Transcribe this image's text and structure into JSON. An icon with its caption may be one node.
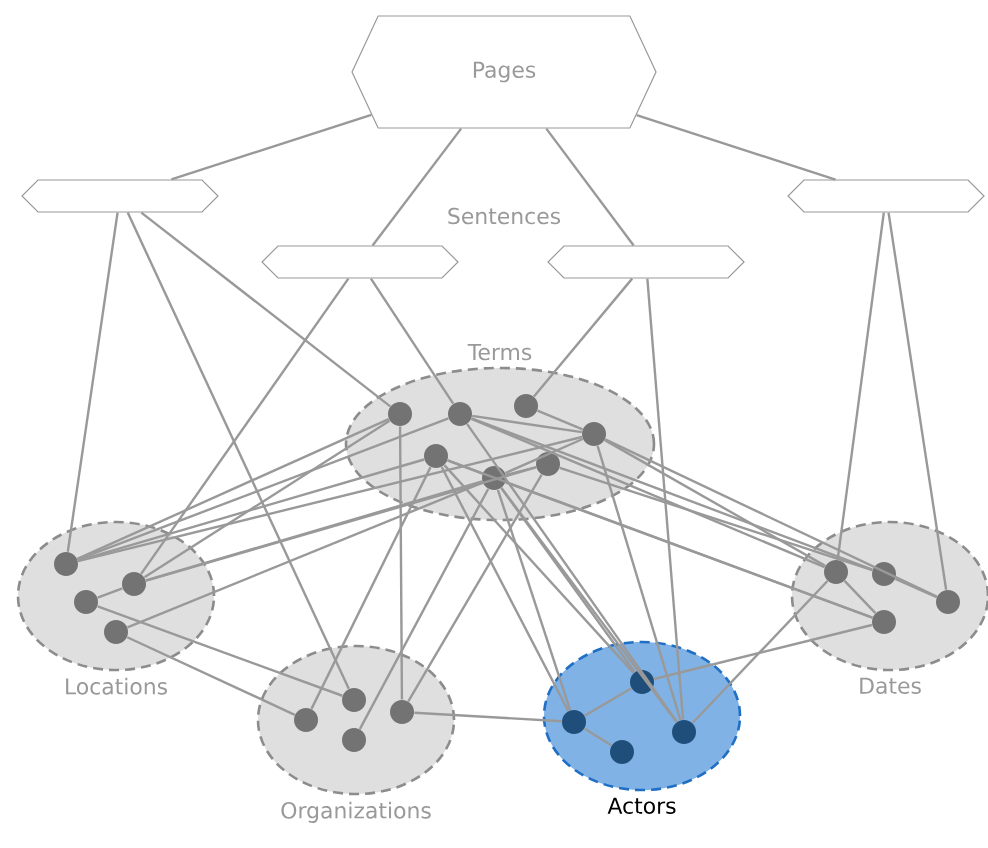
{
  "diagram": {
    "nodes": [
      {
        "text": [
          "Pages"
        ]
      },
      {
        "text": [],
        "shape": "hexagon"
      },
      {
        "text": [],
        "shape": "hexagon"
      },
      {
        "text": [],
        "shape": "hexagon"
      },
      {
        "text": [],
        "shape": "hexagon"
      },
      {
        "text": [
          "Terms"
        ]
      },
      {
        "text": [],
        "shape": "circle",
        "in": 5
      },
      {
        "text": [],
        "shape": "circle",
        "in": 5
      },
      {
        "text": [],
        "shape": "circle",
        "in": 5
      },
      {
        "text": [],
        "shape": "circle",
        "in": 5
      },
      {
        "text": [],
        "shape": "circle",
        "in": 5
      },
      {
        "text": [],
        "shape": "circle",
        "in": 5
      },
      {
        "text": [],
        "shape": "circle",
        "in": 5
      },
      {
        "text": [
          "Locations"
        ]
      },
      {
        "text": [],
        "shape": "circle",
        "in": 13
      },
      {
        "text": [],
        "shape": "circle",
        "in": 13
      },
      {
        "text": [],
        "shape": "circle",
        "in": 13
      },
      {
        "text": [],
        "shape": "circle",
        "in": 13
      },
      {
        "text": [
          "Organizations"
        ]
      },
      {
        "text": [],
        "shape": "circle",
        "in": 18
      },
      {
        "text": [],
        "shape": "circle",
        "in": 18
      },
      {
        "text": [],
        "shape": "circle",
        "in": 18
      },
      {
        "text": [],
        "shape": "circle",
        "in": 18
      },
      {
        "text": [
          "Actors"
        ]
      },
      {
        "text": [],
        "shape": "circle",
        "in": 23
      },
      {
        "text": [],
        "shape": "circle",
        "in": 23
      },
      {
        "text": [],
        "shape": "circle",
        "in": 23
      },
      {
        "text": [],
        "shape": "circle",
        "in": 23
      },
      {
        "text": [
          "Dates"
        ]
      },
      {
        "text": [],
        "shape": "circle",
        "in": 28
      },
      {
        "text": [],
        "shape": "circle",
        "in": 28
      },
      {
        "text": [],
        "shape": "circle",
        "in": 28
      },
      {
        "text": [],
        "shape": "circle",
        "in": 28
      }
    ],
    "edges": [
      {
        "from": 0,
        "to": 1,
        "arrow": "none"
      },
      {
        "from": 0,
        "to": 2,
        "arrow": "none"
      },
      {
        "from": 0,
        "to": 3,
        "arrow": "none"
      },
      {
        "from": 0,
        "to": 4,
        "arrow": "none"
      },
      {
        "from": 1,
        "to": 14,
        "arrow": "none"
      },
      {
        "from": 1,
        "to": 20,
        "arrow": "none"
      },
      {
        "from": 1,
        "to": 6,
        "arrow": "none"
      },
      {
        "from": 2,
        "to": 15,
        "arrow": "none"
      },
      {
        "from": 2,
        "to": 7,
        "arrow": "none"
      },
      {
        "from": 3,
        "to": 8,
        "arrow": "none"
      },
      {
        "from": 3,
        "to": 26,
        "arrow": "none"
      },
      {
        "from": 4,
        "to": 29,
        "arrow": "none"
      },
      {
        "from": 4,
        "to": 31,
        "arrow": "none"
      },
      {
        "from": 14,
        "to": 6,
        "arrow": "none"
      },
      {
        "from": 14,
        "to": 7,
        "arrow": "none"
      },
      {
        "from": 14,
        "to": 10,
        "arrow": "none"
      },
      {
        "from": 14,
        "to": 9,
        "arrow": "none"
      },
      {
        "from": 15,
        "to": 6,
        "arrow": "none"
      },
      {
        "from": 15,
        "to": 11,
        "arrow": "none"
      },
      {
        "from": 15,
        "to": 12,
        "arrow": "none"
      },
      {
        "from": 16,
        "to": 15,
        "arrow": "none"
      },
      {
        "from": 16,
        "to": 20,
        "arrow": "none"
      },
      {
        "from": 17,
        "to": 11,
        "arrow": "none"
      },
      {
        "from": 17,
        "to": 19,
        "arrow": "none"
      },
      {
        "from": 19,
        "to": 10,
        "arrow": "none"
      },
      {
        "from": 21,
        "to": 6,
        "arrow": "none"
      },
      {
        "from": 22,
        "to": 11,
        "arrow": "none"
      },
      {
        "from": 21,
        "to": 12,
        "arrow": "none"
      },
      {
        "from": 21,
        "to": 24,
        "arrow": "none"
      },
      {
        "from": 10,
        "to": 24,
        "arrow": "none"
      },
      {
        "from": 11,
        "to": 24,
        "arrow": "none"
      },
      {
        "from": 11,
        "to": 25,
        "arrow": "none"
      },
      {
        "from": 7,
        "to": 26,
        "arrow": "none"
      },
      {
        "from": 9,
        "to": 26,
        "arrow": "none"
      },
      {
        "from": 11,
        "to": 26,
        "arrow": "none"
      },
      {
        "from": 10,
        "to": 25,
        "arrow": "none"
      },
      {
        "from": 7,
        "to": 29,
        "arrow": "none"
      },
      {
        "from": 7,
        "to": 30,
        "arrow": "none"
      },
      {
        "from": 9,
        "to": 29,
        "arrow": "none"
      },
      {
        "from": 9,
        "to": 31,
        "arrow": "none"
      },
      {
        "from": 11,
        "to": 32,
        "arrow": "none"
      },
      {
        "from": 12,
        "to": 30,
        "arrow": "none"
      },
      {
        "from": 10,
        "to": 32,
        "arrow": "none"
      },
      {
        "from": 25,
        "to": 32,
        "arrow": "none"
      },
      {
        "from": 26,
        "to": 29,
        "arrow": "none"
      },
      {
        "from": 24,
        "to": 25,
        "arrow": "none"
      },
      {
        "from": 24,
        "to": 27,
        "arrow": "none"
      },
      {
        "from": 29,
        "to": 32,
        "arrow": "none"
      },
      {
        "from": 30,
        "to": 31,
        "arrow": "none"
      },
      {
        "from": 8,
        "to": 9,
        "arrow": "none"
      },
      {
        "from": 7,
        "to": 9,
        "arrow": "none"
      },
      {
        "from": 10,
        "to": 11,
        "arrow": "none"
      },
      {
        "from": 11,
        "to": 12,
        "arrow": "none"
      },
      {
        "from": 11,
        "to": 9,
        "arrow": "none"
      }
    ],
    "labels": [
      "Sentences"
    ]
  }
}
